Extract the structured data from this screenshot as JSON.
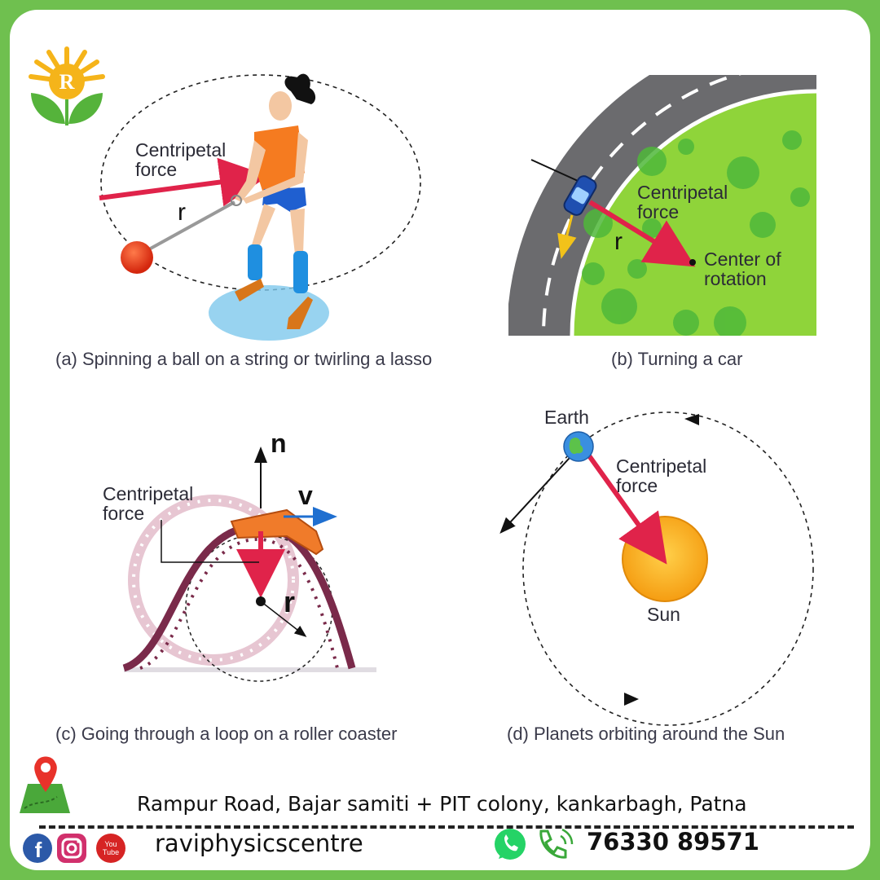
{
  "logo": {
    "letter": "R"
  },
  "panel_a": {
    "force_label_1": "Centripetal",
    "force_label_2": "force",
    "radius_label": "r",
    "caption": "(a) Spinning a ball on a string or twirling a lasso"
  },
  "panel_b": {
    "force_label_1": "Centripetal",
    "force_label_2": "force",
    "radius_label": "r",
    "center_label_1": "Center of",
    "center_label_2": "rotation",
    "caption": "(b) Turning a car"
  },
  "panel_c": {
    "normal_label": "n",
    "velocity_label": "v",
    "force_label_1": "Centripetal",
    "force_label_2": "force",
    "radius_label": "r",
    "caption": "(c) Going through a loop on a roller coaster"
  },
  "panel_d": {
    "earth_label": "Earth",
    "force_label_1": "Centripetal",
    "force_label_2": "force",
    "sun_label": "Sun",
    "caption": "(d) Planets orbiting around the Sun"
  },
  "footer": {
    "address": "Rampur Road, Bajar samiti + PIT colony, kankarbagh,  Patna",
    "handle": "raviphysicscentre",
    "phone": "76330 89571",
    "youtube_text": "You\nTube"
  },
  "colors": {
    "border_green": "#6fc04f",
    "force_arrow": "#e0234a",
    "grass": "#8fd43a",
    "road": "#6b6b6e",
    "sun": "#f7a81b",
    "athlete_orange": "#f57b20"
  }
}
